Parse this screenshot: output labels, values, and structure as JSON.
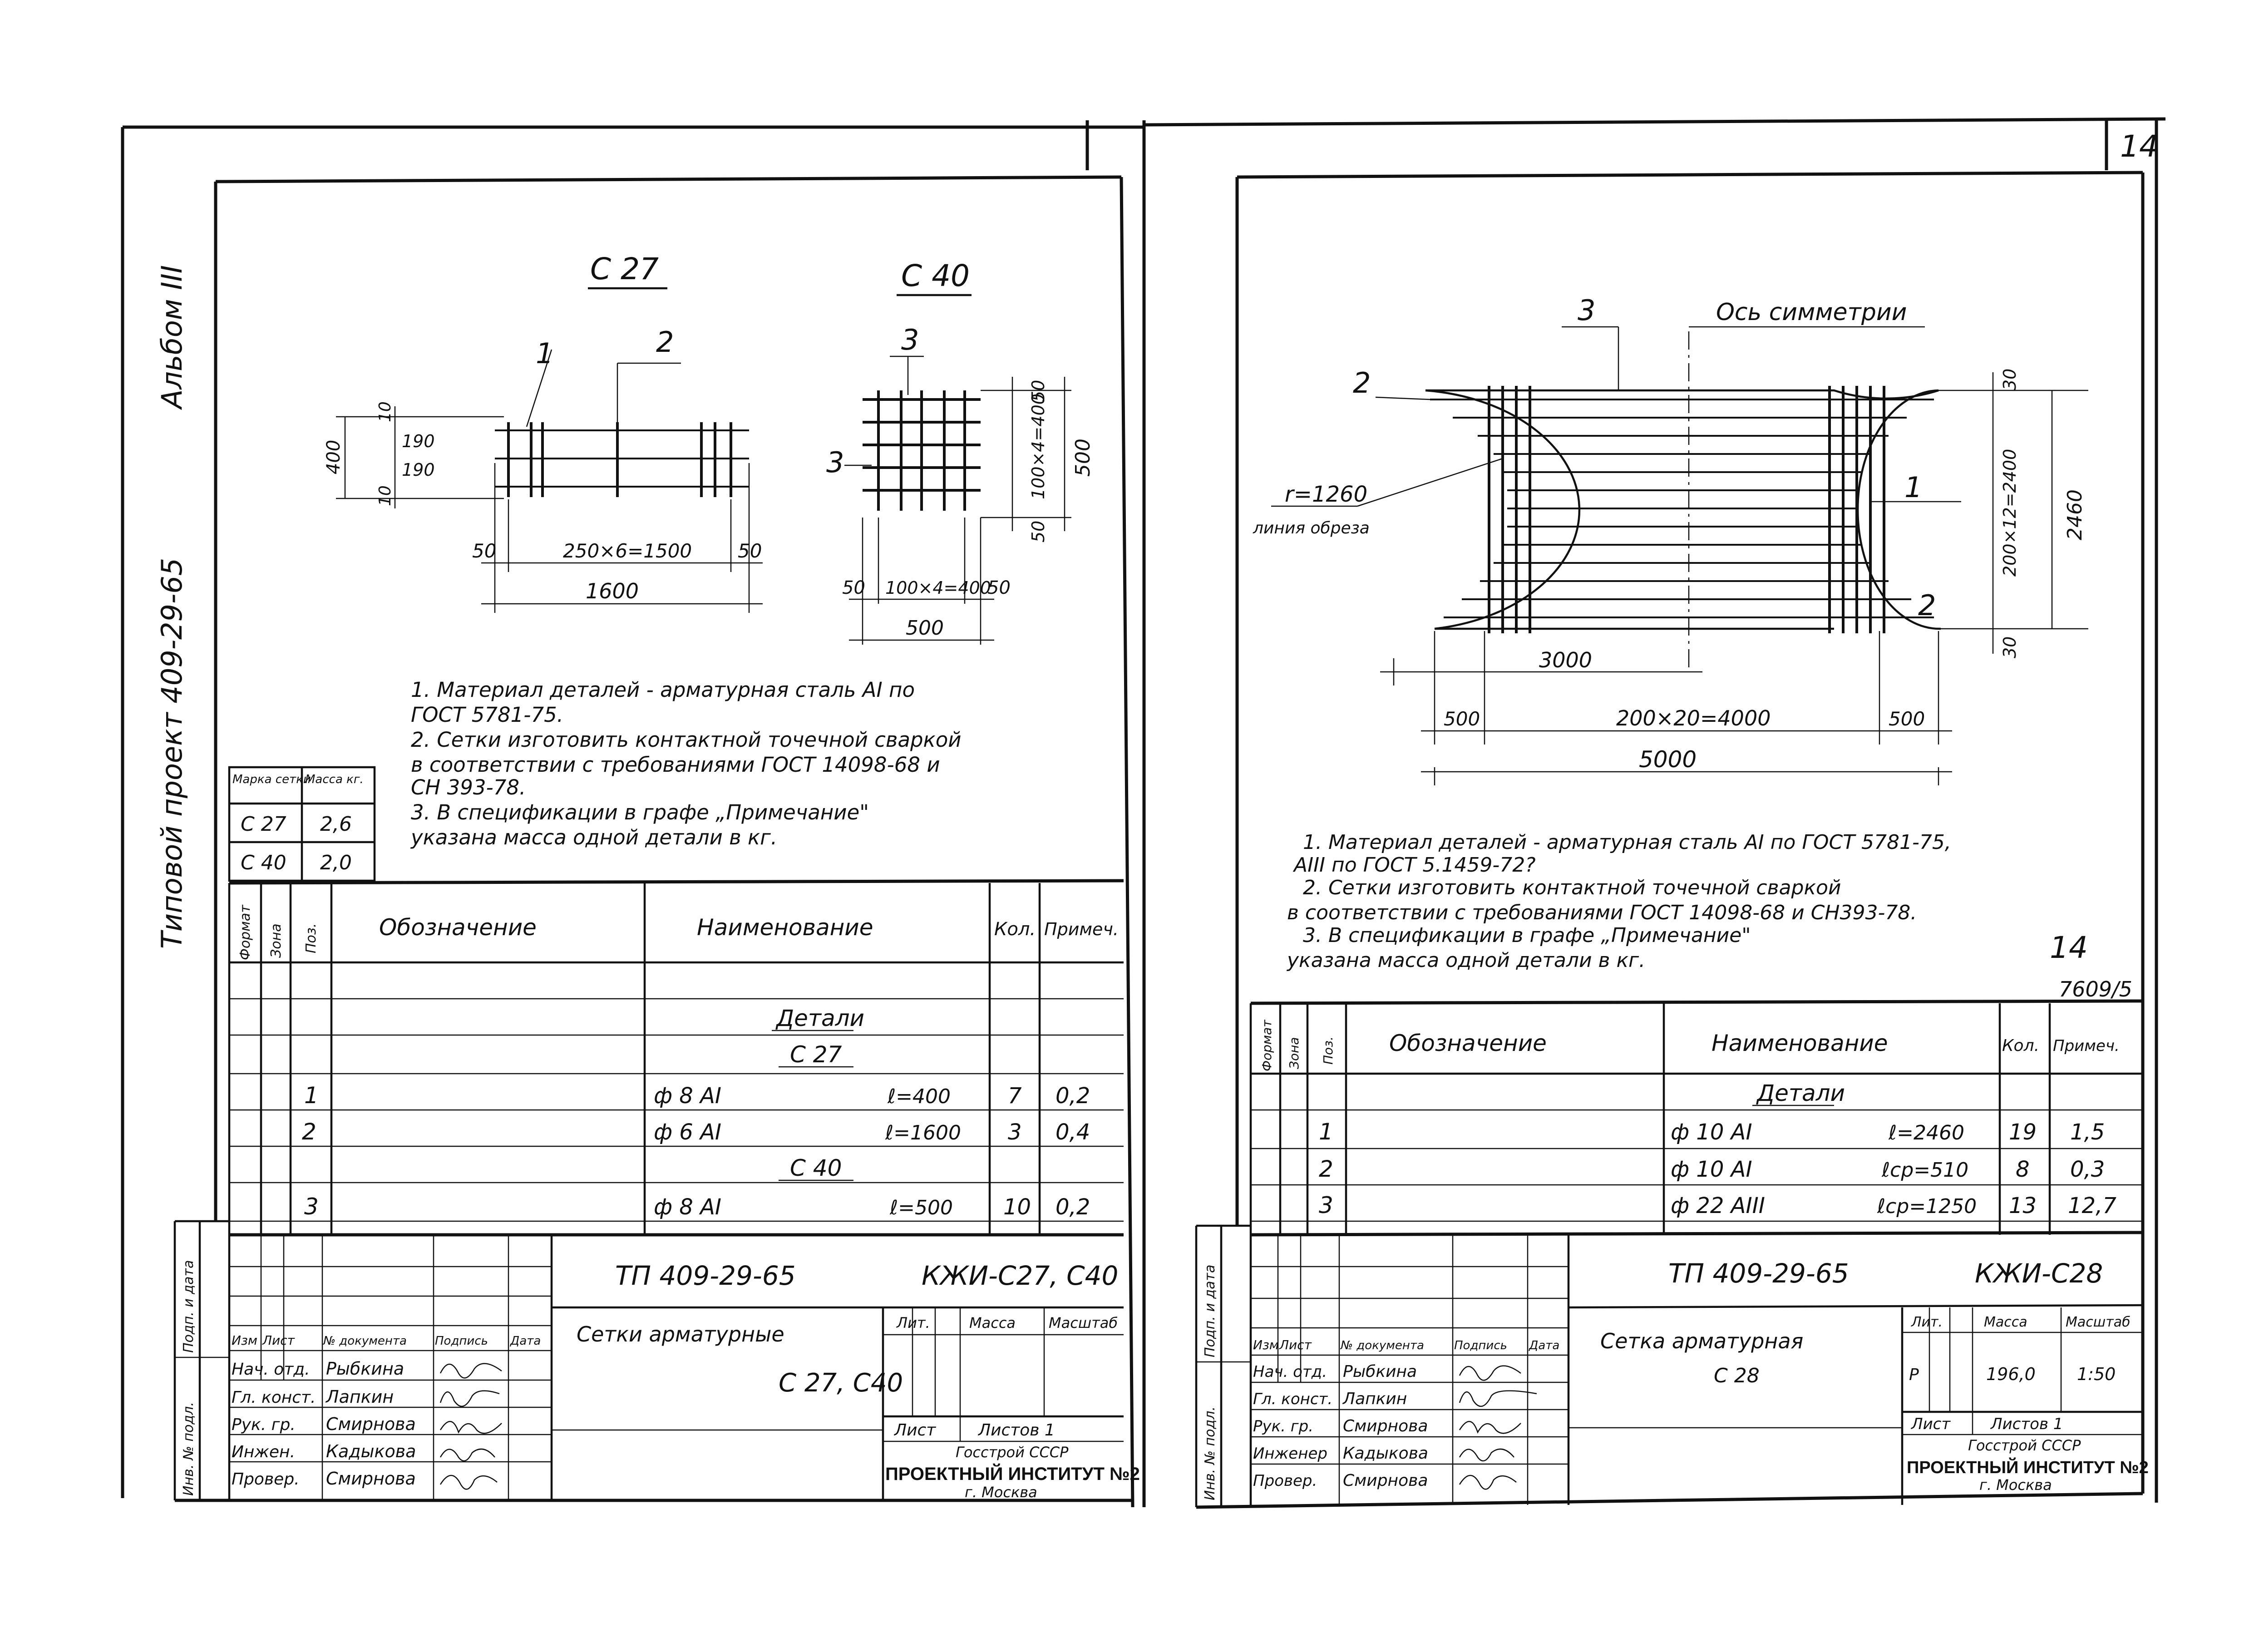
{
  "binder": {
    "album": "Альбом III",
    "project": "Типовой проект 409-29-65"
  },
  "left_sheet": {
    "fig1_title": "С 27",
    "fig2_title": "С 40",
    "fig1_dims": {
      "pos1": "1",
      "pos2": "2",
      "h400": "400",
      "h10a": "10",
      "h190a": "190",
      "h190b": "190",
      "h10b": "10",
      "d50a": "50",
      "d250x6": "250×6=1500",
      "d50b": "50",
      "d1600": "1600"
    },
    "fig2_dims": {
      "pos3a": "3",
      "pos3b": "3",
      "v50a": "50",
      "v100x4": "100×4=400",
      "v500": "500",
      "v50b": "50",
      "h50a": "50",
      "h100x4": "100×4=400",
      "h50b": "50",
      "h500": "500"
    },
    "notes": [
      "1. Материал деталей - арматурная сталь АI по",
      "ГОСТ 5781-75.",
      "2. Сетки изготовить контактной точечной сваркой",
      "в соответствии с требованиями ГОСТ 14098-68 и",
      "СН 393-78.",
      "3. В спецификации в графе „Примечание\"",
      "указана масса одной детали в кг."
    ],
    "mass_table": {
      "h1": "Марка сетки",
      "h2": "Масса кг.",
      "rows": [
        [
          "С 27",
          "2,6"
        ],
        [
          "С 40",
          "2,0"
        ]
      ]
    },
    "spec_headers": [
      "Формат",
      "Зона",
      "Поз.",
      "Обозначение",
      "Наименование",
      "Кол.",
      "Примеч."
    ],
    "spec_section": "Детали",
    "spec_sub1": "С 27",
    "spec_sub2": "С 40",
    "spec_rows": [
      {
        "pos": "1",
        "name": "ф 8 АI",
        "len": "ℓ=400",
        "qty": "7",
        "note": "0,2"
      },
      {
        "pos": "2",
        "name": "ф 6 АI",
        "len": "ℓ=1600",
        "qty": "3",
        "note": "0,4"
      },
      {
        "pos": "3",
        "name": "ф 8 АI",
        "len": "ℓ=500",
        "qty": "10",
        "note": "0,2"
      }
    ],
    "stamp": {
      "project": "ТП 409-29-65",
      "code": "КЖИ-С27, С40",
      "title1": "Сетки арматурные",
      "title2": "С 27, С40",
      "col_lit": "Лит.",
      "col_mass": "Масса",
      "col_scale": "Масштаб",
      "sheet": "Лист",
      "sheets": "Листов 1",
      "org1": "Госстрой СССР",
      "org2": "ПРОЕКТНЫЙ ИНСТИТУТ №2",
      "org3": "г. Москва",
      "hdr": [
        "Изм",
        "Лист",
        "№ документа",
        "Подпись",
        "Дата"
      ],
      "people": [
        [
          "Нач. отд.",
          "Рыбкина"
        ],
        [
          "Гл. конст.",
          "Лапкин"
        ],
        [
          "Рук. гр.",
          "Смирнова"
        ],
        [
          "Инжен.",
          "Кадыкова"
        ],
        [
          "Провер.",
          "Смирнова"
        ]
      ]
    },
    "side_labels": [
      "Инв. № подл.",
      "Подп. и дата"
    ]
  },
  "right_sheet": {
    "page_no": "14",
    "labels": {
      "pos3": "3",
      "axis": "Ось симметрии",
      "pos2a": "2",
      "pos1": "1",
      "pos2b": "2",
      "radius": "r=1260",
      "cutline": "линия обреза",
      "d30a": "30",
      "d30b": "30",
      "d200x12": "200×12=2400",
      "d2460": "2460",
      "d3000": "3000",
      "d500a": "500",
      "d200x20": "200×20=4000",
      "d500b": "500",
      "d5000": "5000"
    },
    "notes": [
      "1. Материал деталей - арматурная сталь АI по ГОСТ 5781-75,",
      "АIII по ГОСТ 5.1459-72?",
      "2. Сетки изготовить контактной точечной сваркой",
      "в соответствии с требованиями ГОСТ 14098-68 и СН393-78.",
      "3. В спецификации в графе „Примечание\"",
      "указана масса одной детали в кг."
    ],
    "mark": "14",
    "inv": "7609/5",
    "spec_headers": [
      "Формат",
      "Зона",
      "Поз.",
      "Обозначение",
      "Наименование",
      "Кол.",
      "Примеч."
    ],
    "spec_section": "Детали",
    "spec_rows": [
      {
        "pos": "1",
        "name": "ф 10 АI",
        "len": "ℓ=2460",
        "qty": "19",
        "note": "1,5"
      },
      {
        "pos": "2",
        "name": "ф 10 АI",
        "len": "ℓср=510",
        "qty": "8",
        "note": "0,3"
      },
      {
        "pos": "3",
        "name": "ф 22 АIII",
        "len": "ℓср=1250",
        "qty": "13",
        "note": "12,7"
      }
    ],
    "stamp": {
      "project": "ТП 409-29-65",
      "code": "КЖИ-С28",
      "title1": "Сетка арматурная",
      "title2": "С 28",
      "col_lit": "Лит.",
      "col_mass": "Масса",
      "col_scale": "Масштаб",
      "lit_val": "Р",
      "mass_val": "196,0",
      "scale_val": "1:50",
      "sheet": "Лист",
      "sheets": "Листов 1",
      "org1": "Госстрой СССР",
      "org2": "ПРОЕКТНЫЙ ИНСТИТУТ №2",
      "org3": "г. Москва",
      "hdr": [
        "Изм",
        "Лист",
        "№ документа",
        "Подпись",
        "Дата"
      ],
      "people": [
        [
          "Нач. отд.",
          "Рыбкина"
        ],
        [
          "Гл. конст.",
          "Лапкин"
        ],
        [
          "Рук. гр.",
          "Смирнова"
        ],
        [
          "Инженер",
          "Кадыкова"
        ],
        [
          "Провер.",
          "Смирнова"
        ]
      ]
    },
    "side_labels": [
      "Инв. № подл.",
      "Подп. и дата"
    ]
  }
}
